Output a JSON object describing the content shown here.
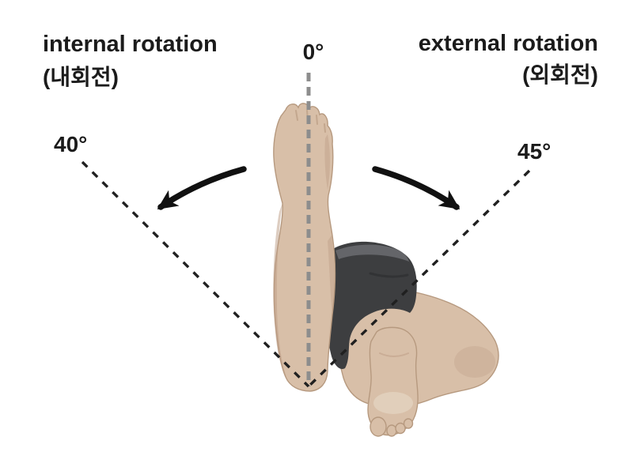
{
  "diagram": {
    "subject": "hip internal and external rotation range of motion",
    "labels": {
      "internal_en": "internal rotation",
      "internal_ko": "(내회전)",
      "external_en": "external rotation",
      "external_ko": "(외회전)",
      "neutral_angle": "0°",
      "internal_angle": "40°",
      "external_angle": "45°"
    },
    "angles": {
      "neutral_deg": 0,
      "internal_deg": 40,
      "external_deg": 45
    }
  },
  "colors": {
    "background": "#ffffff",
    "text": "#1b1b1b",
    "neutral_line": "#8d8d8d",
    "angle_line": "#202020",
    "arrow": "#111111",
    "skin_base": "#d8bfa8",
    "skin_shadow": "#bb9c83",
    "skin_light": "#e9dcca",
    "skin_outline": "#b6997f",
    "shorts_dark": "#3d3e40",
    "shorts_light": "#6e6f73"
  }
}
